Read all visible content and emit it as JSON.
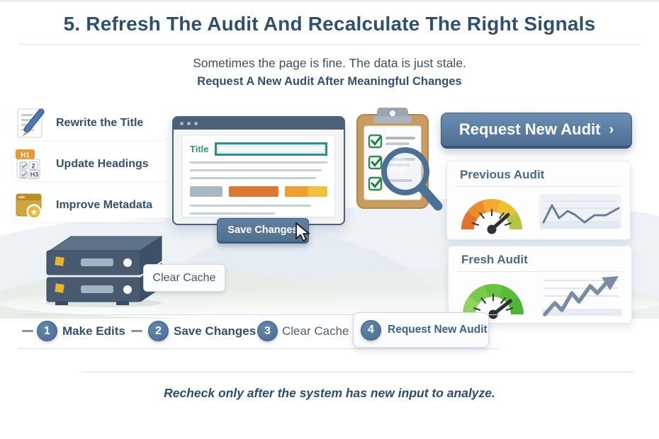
{
  "header": {
    "title": "5. Refresh The Audit And Recalculate The Right Signals",
    "subtitle_line1": "Sometimes the page is fine. The data is just stale.",
    "subtitle_line2": "Request A New Audit After Meaningful Changes"
  },
  "edit_actions": {
    "items": [
      {
        "label": "Rewrite the Title",
        "icon": "document-pencil-icon"
      },
      {
        "label": "Update Headings",
        "icon": "headings-icon",
        "badge": "H1",
        "rows": [
          "2",
          "H3"
        ]
      },
      {
        "label": "Improve Metadata",
        "icon": "metadata-star-icon",
        "star_glyph": "★"
      }
    ]
  },
  "editor_window": {
    "title_label": "Title",
    "save_button": "Save Changes"
  },
  "server": {
    "clear_cache_label": "Clear Cache"
  },
  "cta": {
    "label": "Request New Audit",
    "chevron": "›"
  },
  "audit_cards": {
    "previous": {
      "title": "Previous Audit",
      "gauge": "low-score-orange-to-yellow",
      "trend": "flat-noisy-line"
    },
    "fresh": {
      "title": "Fresh Audit",
      "gauge": "high-score-green",
      "trend": "rising-arrow"
    }
  },
  "steps": {
    "items": [
      {
        "number": "1",
        "label": "Make Edits"
      },
      {
        "number": "2",
        "label": "Save Changes"
      },
      {
        "number": "3",
        "label": "Clear Cache"
      },
      {
        "number": "4",
        "label": "Request New Audit"
      }
    ]
  },
  "footer": {
    "note": "Recheck only after the system has new input to analyze."
  },
  "colors": {
    "navy_text": "#33506f",
    "accent_blue": "#55779f",
    "teal": "#2f8f88",
    "orange": "#e4702d",
    "amber": "#efa62f",
    "green": "#5cb446"
  }
}
